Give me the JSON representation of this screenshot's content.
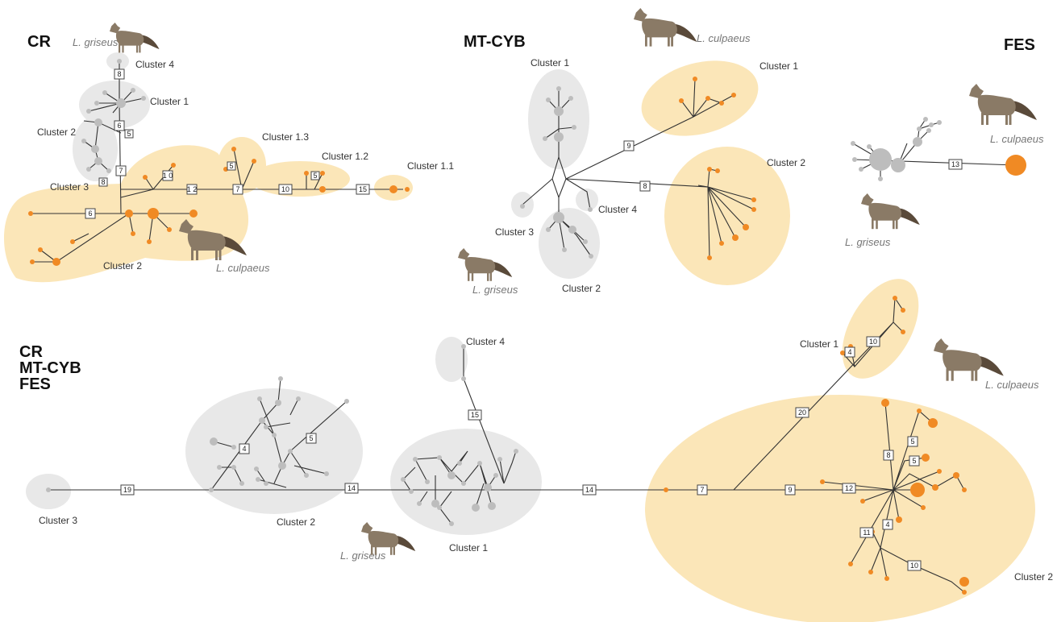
{
  "panels": {
    "cr": {
      "title": "CR"
    },
    "mtcyb": {
      "title": "MT-CYB"
    },
    "fes": {
      "title": "FES"
    },
    "combined": {
      "title_lines": [
        "CR",
        "MT-CYB",
        "FES"
      ]
    }
  },
  "species": {
    "culpaeus": "L. culpaeus",
    "griseus": "L. griseus"
  },
  "cr_labels": {
    "c4": "Cluster 4",
    "c1": "Cluster 1",
    "c2g": "Cluster 2",
    "c3": "Cluster 3",
    "c13": "Cluster 1.3",
    "c12": "Cluster 1.2",
    "c11": "Cluster 1.1",
    "c2o": "Cluster 2"
  },
  "cr_steps": [
    "8",
    "6",
    "5",
    "7",
    "8",
    "1\n0",
    "1\n2",
    "6",
    "5",
    "7",
    "5",
    "10",
    "15"
  ],
  "mt_labels": {
    "c1g": "Cluster 1",
    "c3": "Cluster 3",
    "c4": "Cluster 4",
    "c2g": "Cluster 2",
    "c1o": "Cluster 1",
    "c2o": "Cluster 2"
  },
  "mt_steps": [
    "9",
    "8"
  ],
  "fes_steps": [
    "13"
  ],
  "comb_labels": {
    "c3": "Cluster 3",
    "c2g": "Cluster 2",
    "c1g": "Cluster 1",
    "c4": "Cluster 4",
    "c1o": "Cluster 1",
    "c2o": "Cluster 2"
  },
  "comb_steps": [
    "19",
    "4",
    "5",
    "14",
    "15",
    "14",
    "7",
    "9",
    "12",
    "20",
    "10",
    "4",
    "8",
    "5",
    "5",
    "11",
    "4",
    "10"
  ],
  "colors": {
    "griseus": "#bdbdbd",
    "culpaeus": "#f08a24",
    "griseus_bg": "#e8e8e8",
    "culpaeus_bg": "#fbe6b8"
  }
}
